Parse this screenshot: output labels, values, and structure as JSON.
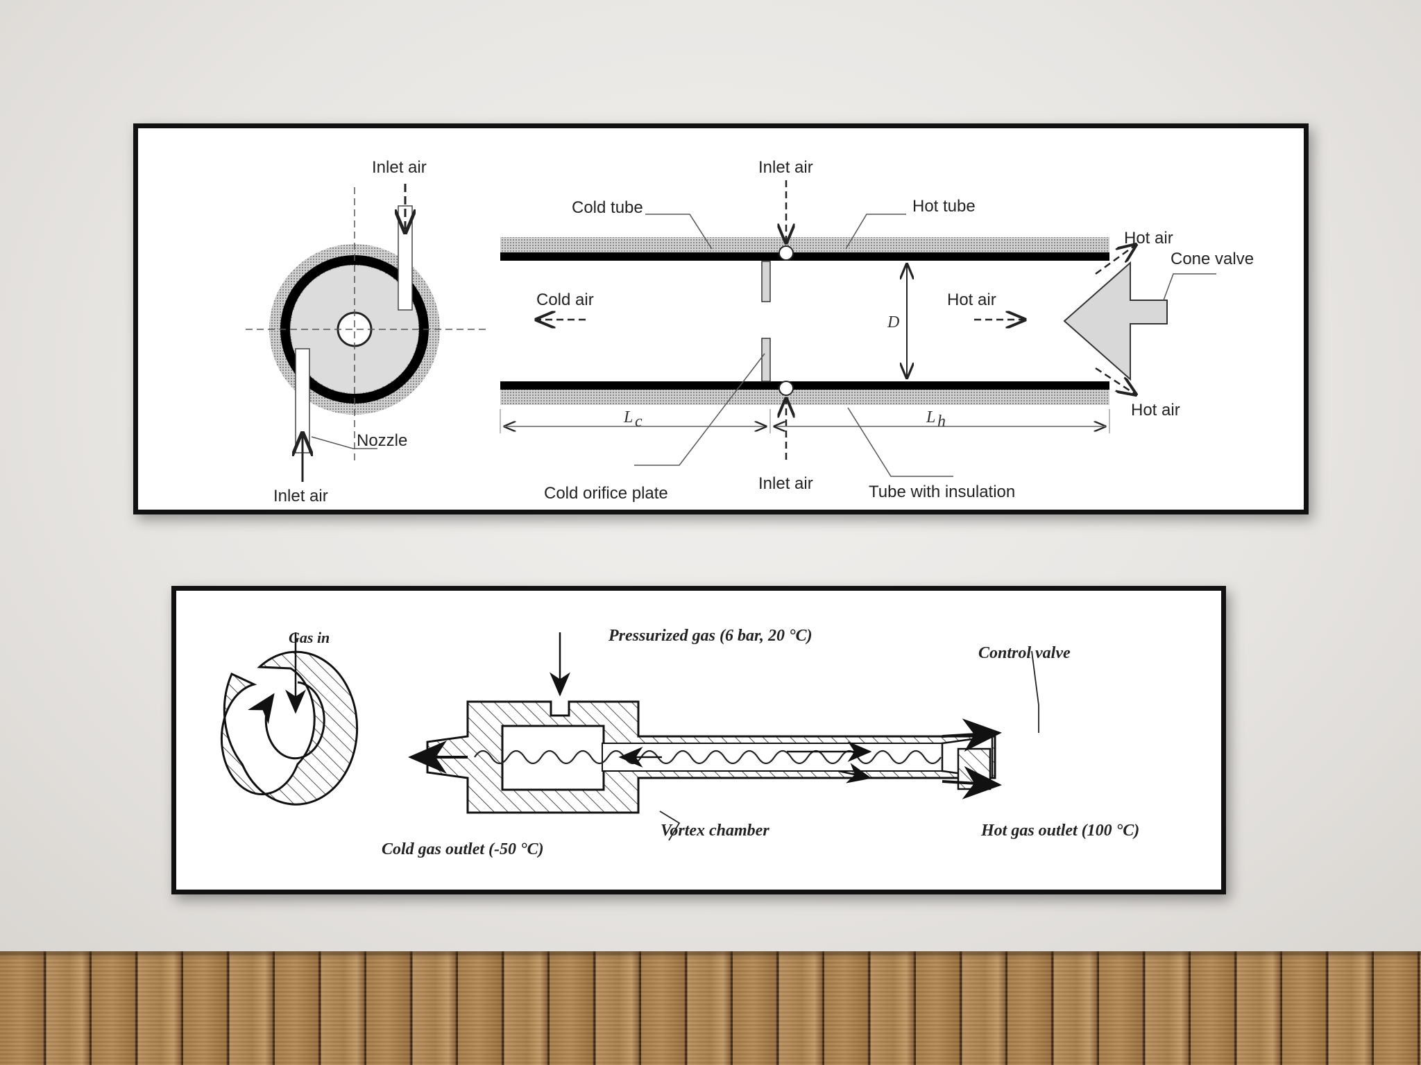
{
  "top_diagram": {
    "labels": {
      "inlet_air_top_left": "Inlet air",
      "inlet_air_bottom_left": "Inlet air",
      "nozzle": "Nozzle",
      "inlet_air_top_center": "Inlet air",
      "inlet_air_bottom_center": "Inlet air",
      "cold_tube": "Cold tube",
      "hot_tube": "Hot tube",
      "cold_air": "Cold air",
      "hot_air_center": "Hot air",
      "hot_air_top": "Hot air",
      "hot_air_bottom": "Hot air",
      "cone_valve": "Cone valve",
      "diameter": "D",
      "length_cold": "L",
      "length_cold_sub": "c",
      "length_hot": "L",
      "length_hot_sub": "h",
      "cold_orifice_plate": "Cold orifice plate",
      "tube_with_insulation": "Tube with insulation"
    }
  },
  "bottom_diagram": {
    "labels": {
      "gas_in": "Gas in",
      "pressurized_gas": "Pressurized gas (6 bar, 20 °C)",
      "control_valve": "Control valve",
      "vortex_chamber": "Vortex chamber",
      "cold_gas_outlet": "Cold gas outlet (-50  °C)",
      "hot_gas_outlet": "Hot gas outlet (100  °C)"
    }
  }
}
